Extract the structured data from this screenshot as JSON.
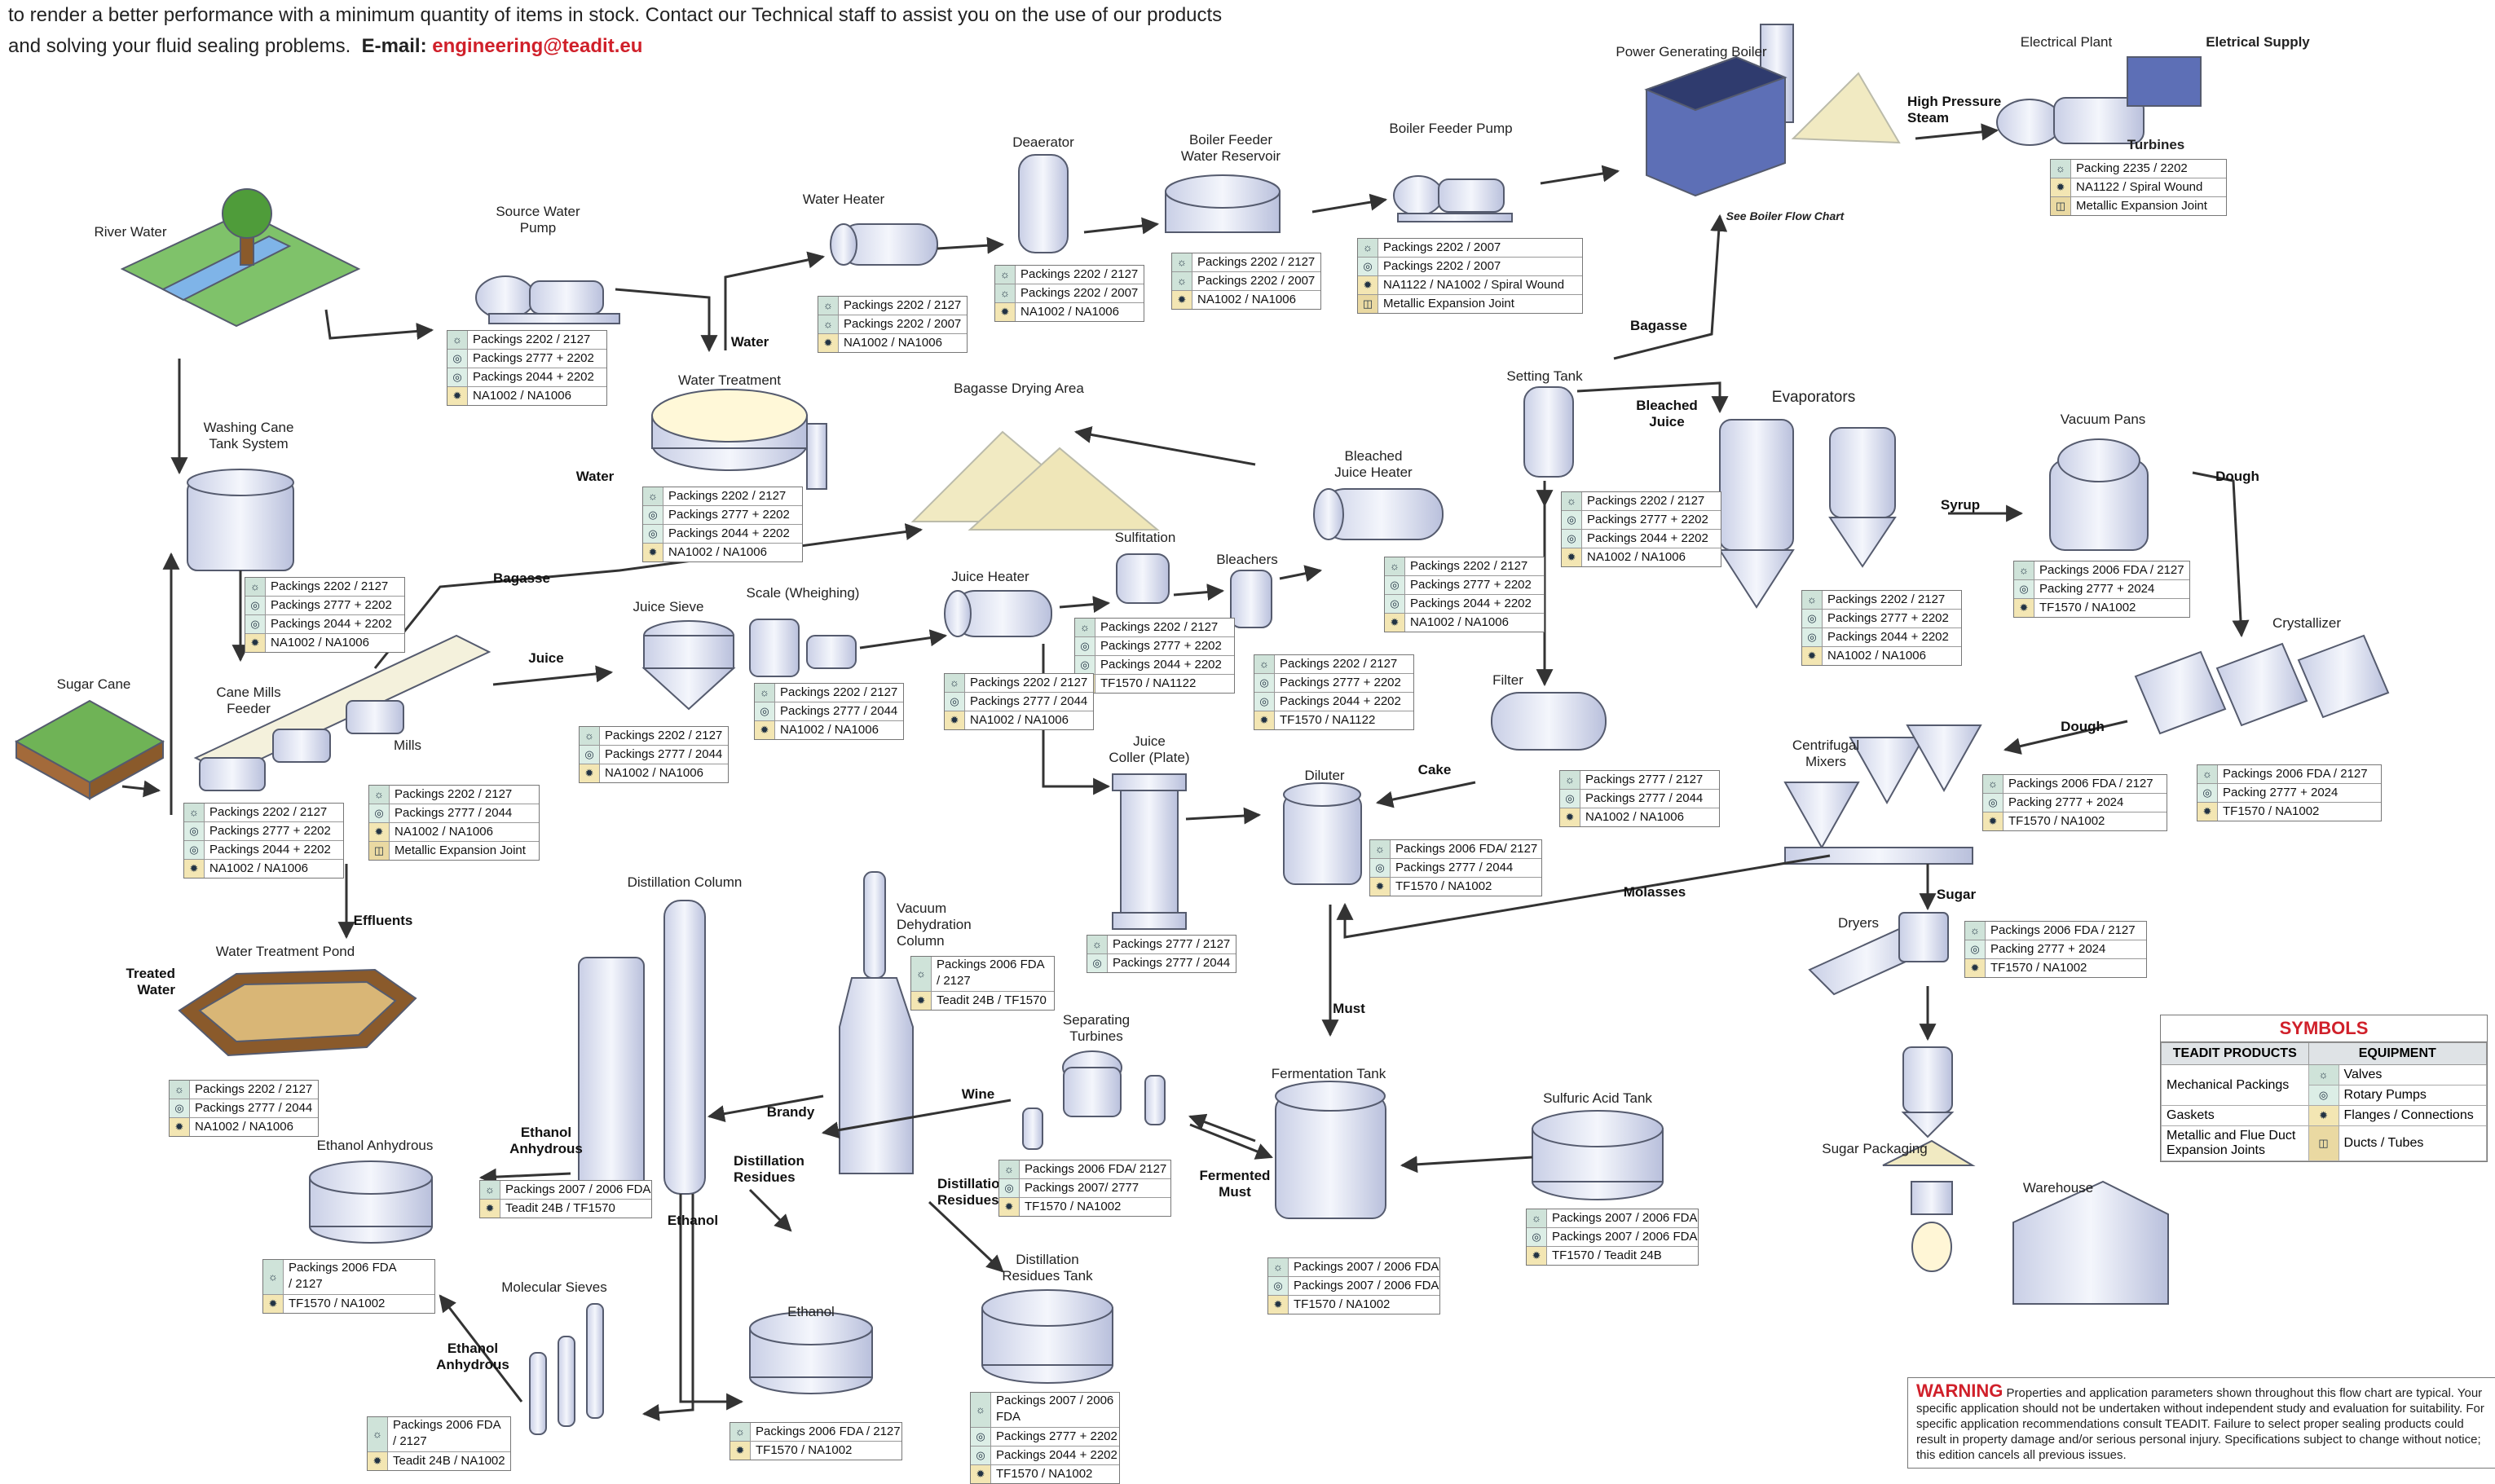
{
  "intro": {
    "line1": "to render a better performance with a minimum quantity of items in stock. Contact our Technical staff to assist you on the use of our products",
    "line2": "and solving your fluid sealing problems.",
    "email_label": "E-mail:",
    "email": "engineering@teadit.eu"
  },
  "colors": {
    "accent": "#d0202a",
    "equipment": "#e8ecf7",
    "equipment_stroke": "#555b6e",
    "arrow": "#333333",
    "valve_cell": "#cfe3d9",
    "flange_cell": "#f3e6b3"
  },
  "equipment": {
    "river_water": "River Water",
    "source_water_pump": "Source Water\nPump",
    "water_heater": "Water Heater",
    "deaerator": "Deaerator",
    "boiler_feeder_reservoir": "Boiler Feeder\nWater Reservoir",
    "boiler_feeder_pump": "Boiler Feeder Pump",
    "power_boiler": "Power Generating Boiler",
    "see_boiler": "See Boiler Flow Chart",
    "electrical_plant": "Electrical Plant",
    "electrical_supply": "Eletrical Supply",
    "turbines": "Turbines",
    "water_treatment": "Water Treatment",
    "washing_cane": "Washing Cane\nTank System",
    "bagasse_drying": "Bagasse Drying Area",
    "setting_tank": "Setting Tank",
    "evaporators": "Evaporators",
    "vacuum_pans": "Vacuum Pans",
    "bleached_juice_heater": "Bleached\nJuice Heater",
    "sulfitation": "Sulfitation",
    "bleachers": "Bleachers",
    "juice_sieve": "Juice Sieve",
    "scale": "Scale (Wheighing)",
    "juice_heater": "Juice Heater",
    "sugar_cane": "Sugar Cane",
    "cane_mills_feeder": "Cane Mills\nFeeder",
    "mills": "Mills",
    "crystallizer": "Crystallizer",
    "centrifugal_mixers": "Centrifugal\nMixers",
    "filter": "Filter",
    "diluter": "Diluter",
    "juice_cooler": "Juice\nColler (Plate)",
    "water_treatment_pond": "Water Treatment Pond",
    "distillation_column": "Distillation Column",
    "vacuum_dehydration": "Vacuum\nDehydration\nColumn",
    "dryers": "Dryers",
    "separating_turbines": "Separating\nTurbines",
    "fermentation_tank": "Fermentation Tank",
    "sulfuric_acid_tank": "Sulfuric Acid Tank",
    "sugar_packaging": "Sugar Packaging",
    "warehouse": "Warehouse",
    "ethanol_anhydrous": "Ethanol Anhydrous",
    "molecular_sieves": "Molecular Sieves",
    "ethanol": "Ethanol",
    "distillation_residues_tank": "Distillation\nResidues Tank"
  },
  "flows": {
    "water_1": "Water",
    "water_2": "Water",
    "bagasse_1": "Bagasse",
    "bagasse_2": "Bagasse",
    "high_pressure_steam": "High Pressure\nSteam",
    "bleached_juice": "Bleached\nJuice",
    "syrup": "Syrup",
    "dough_1": "Dough",
    "dough_2": "Dough",
    "juice": "Juice",
    "cake": "Cake",
    "molasses": "Molasses",
    "sugar": "Sugar",
    "must": "Must",
    "effluents": "Effluents",
    "treated_water": "Treated\nWater",
    "brandy": "Brandy",
    "wine": "Wine",
    "distillation_residues_1": "Distillation\nResidues",
    "distillation_residues_2": "Distillation\nResidues",
    "fermented_must": "Fermented\nMust",
    "ethanol_anhydrous_1": "Ethanol\nAnhydrous",
    "ethanol_anhydrous_2": "Ethanol\nAnhydrous",
    "ethanol": "Ethanol"
  },
  "products": {
    "source_pump": [
      {
        "icon": "valve",
        "text": "Packings 2202 / 2127"
      },
      {
        "icon": "pump",
        "text": "Packings 2777 + 2202"
      },
      {
        "icon": "pump",
        "text": "Packings 2044 + 2202"
      },
      {
        "icon": "flange",
        "text": "NA1002 / NA1006"
      }
    ],
    "water_heater": [
      {
        "icon": "valve",
        "text": "Packings 2202 / 2127"
      },
      {
        "icon": "valve",
        "text": "Packings 2202 / 2007"
      },
      {
        "icon": "flange",
        "text": "NA1002 / NA1006"
      }
    ],
    "deaerator": [
      {
        "icon": "valve",
        "text": "Packings 2202 / 2127"
      },
      {
        "icon": "valve",
        "text": "Packings 2202 / 2007"
      },
      {
        "icon": "flange",
        "text": "NA1002 / NA1006"
      }
    ],
    "reservoir": [
      {
        "icon": "valve",
        "text": "Packings 2202 / 2127"
      },
      {
        "icon": "valve",
        "text": "Packings 2202 / 2007"
      },
      {
        "icon": "flange",
        "text": "NA1002 / NA1006"
      }
    ],
    "feeder_pump": [
      {
        "icon": "valve",
        "text": "Packings 2202 / 2007"
      },
      {
        "icon": "pump",
        "text": "Packings 2202 / 2007"
      },
      {
        "icon": "flange",
        "text": "NA1122 / NA1002 / Spiral Wound"
      },
      {
        "icon": "duct",
        "text": "Metallic Expansion Joint"
      }
    ],
    "turbines": [
      {
        "icon": "valve",
        "text": "Packing 2235 / 2202"
      },
      {
        "icon": "flange",
        "text": "NA1122 / Spiral Wound"
      },
      {
        "icon": "duct",
        "text": "Metallic Expansion Joint"
      }
    ],
    "water_treatment": [
      {
        "icon": "valve",
        "text": "Packings 2202 / 2127"
      },
      {
        "icon": "pump",
        "text": "Packings 2777 + 2202"
      },
      {
        "icon": "pump",
        "text": "Packings 2044 + 2202"
      },
      {
        "icon": "flange",
        "text": "NA1002 / NA1006"
      }
    ],
    "washing_cane": [
      {
        "icon": "valve",
        "text": "Packings 2202 / 2127"
      },
      {
        "icon": "pump",
        "text": "Packings 2777 + 2202"
      },
      {
        "icon": "pump",
        "text": "Packings 2044 + 2202"
      },
      {
        "icon": "flange",
        "text": "NA1002 / NA1006"
      }
    ],
    "setting_tank": [
      {
        "icon": "valve",
        "text": "Packings 2202 / 2127"
      },
      {
        "icon": "pump",
        "text": "Packings 2777 + 2202"
      },
      {
        "icon": "pump",
        "text": "Packings 2044 + 2202"
      },
      {
        "icon": "flange",
        "text": "NA1002 / NA1006"
      }
    ],
    "evaporators": [
      {
        "icon": "valve",
        "text": "Packings 2202 / 2127"
      },
      {
        "icon": "pump",
        "text": "Packings 2777 + 2202"
      },
      {
        "icon": "pump",
        "text": "Packings 2044 + 2202"
      },
      {
        "icon": "flange",
        "text": "NA1002 / NA1006"
      }
    ],
    "vacuum_pans": [
      {
        "icon": "valve",
        "text": "Packings 2006 FDA / 2127"
      },
      {
        "icon": "pump",
        "text": "Packing 2777 + 2024"
      },
      {
        "icon": "flange",
        "text": "TF1570 / NA1002"
      }
    ],
    "bleached_heater": [
      {
        "icon": "valve",
        "text": "Packings 2202 / 2127"
      },
      {
        "icon": "pump",
        "text": "Packings 2777 + 2202"
      },
      {
        "icon": "pump",
        "text": "Packings 2044 + 2202"
      },
      {
        "icon": "flange",
        "text": "NA1002 / NA1006"
      }
    ],
    "sulfitation": [
      {
        "icon": "valve",
        "text": "Packings 2202 / 2127"
      },
      {
        "icon": "pump",
        "text": "Packings 2777 + 2202"
      },
      {
        "icon": "pump",
        "text": "Packings 2044 + 2202"
      },
      {
        "icon": "flange",
        "text": "TF1570 / NA1122"
      }
    ],
    "bleachers": [
      {
        "icon": "valve",
        "text": "Packings 2202 / 2127"
      },
      {
        "icon": "pump",
        "text": "Packings 2777 + 2202"
      },
      {
        "icon": "pump",
        "text": "Packings 2044 + 2202"
      },
      {
        "icon": "flange",
        "text": "TF1570 / NA1122"
      }
    ],
    "juice_sieve": [
      {
        "icon": "valve",
        "text": "Packings 2202 / 2127"
      },
      {
        "icon": "pump",
        "text": "Packings 2777 / 2044"
      },
      {
        "icon": "flange",
        "text": "NA1002 / NA1006"
      }
    ],
    "scale": [
      {
        "icon": "valve",
        "text": "Packings 2202 / 2127"
      },
      {
        "icon": "pump",
        "text": "Packings 2777 / 2044"
      },
      {
        "icon": "flange",
        "text": "NA1002 / NA1006"
      }
    ],
    "juice_heater": [
      {
        "icon": "valve",
        "text": "Packings 2202 / 2127"
      },
      {
        "icon": "pump",
        "text": "Packings 2777 / 2044"
      },
      {
        "icon": "flange",
        "text": "NA1002 / NA1006"
      }
    ],
    "cane_mills_feeder": [
      {
        "icon": "valve",
        "text": "Packings 2202 / 2127"
      },
      {
        "icon": "pump",
        "text": "Packings 2777 + 2202"
      },
      {
        "icon": "pump",
        "text": "Packings 2044 + 2202"
      },
      {
        "icon": "flange",
        "text": "NA1002 / NA1006"
      }
    ],
    "mills": [
      {
        "icon": "valve",
        "text": "Packings 2202 / 2127"
      },
      {
        "icon": "pump",
        "text": "Packings 2777 / 2044"
      },
      {
        "icon": "flange",
        "text": "NA1002 / NA1006"
      },
      {
        "icon": "duct",
        "text": "Metallic Expansion Joint"
      }
    ],
    "filter": [
      {
        "icon": "valve",
        "text": "Packings 2777 / 2127"
      },
      {
        "icon": "pump",
        "text": "Packings 2777 / 2044"
      },
      {
        "icon": "flange",
        "text": "NA1002 / NA1006"
      }
    ],
    "diluter": [
      {
        "icon": "valve",
        "text": "Packings 2006 FDA/ 2127"
      },
      {
        "icon": "pump",
        "text": "Packings 2777 / 2044"
      },
      {
        "icon": "flange",
        "text": "TF1570 / NA1002"
      }
    ],
    "centrifugal": [
      {
        "icon": "valve",
        "text": "Packings  2006 FDA / 2127"
      },
      {
        "icon": "pump",
        "text": "Packing 2777 + 2024"
      },
      {
        "icon": "flange",
        "text": "TF1570 / NA1002"
      }
    ],
    "crystallizer": [
      {
        "icon": "valve",
        "text": "Packings 2006 FDA / 2127"
      },
      {
        "icon": "pump",
        "text": "Packing 2777 + 2024"
      },
      {
        "icon": "flange",
        "text": "TF1570 / NA1002"
      }
    ],
    "juice_cooler": [
      {
        "icon": "valve",
        "text": "Packings 2777 / 2127"
      },
      {
        "icon": "pump",
        "text": "Packings 2777 / 2044"
      }
    ],
    "vacuum_dehydration": [
      {
        "icon": "valve",
        "text": "Packings 2006 FDA\n/ 2127"
      },
      {
        "icon": "flange",
        "text": "Teadit 24B / TF1570"
      }
    ],
    "dryers": [
      {
        "icon": "valve",
        "text": "Packings 2006 FDA / 2127"
      },
      {
        "icon": "pump",
        "text": "Packing 2777 + 2024"
      },
      {
        "icon": "flange",
        "text": "TF1570 / NA1002"
      }
    ],
    "pond": [
      {
        "icon": "valve",
        "text": "Packings 2202 / 2127"
      },
      {
        "icon": "pump",
        "text": "Packings 2777 / 2044"
      },
      {
        "icon": "flange",
        "text": "NA1002 / NA1006"
      }
    ],
    "distillation": [
      {
        "icon": "valve",
        "text": "Packings 2007 / 2006 FDA"
      },
      {
        "icon": "flange",
        "text": "Teadit 24B / TF1570"
      }
    ],
    "separating": [
      {
        "icon": "valve",
        "text": "Packings 2006 FDA/ 2127"
      },
      {
        "icon": "pump",
        "text": "Packings 2007/ 2777"
      },
      {
        "icon": "flange",
        "text": "TF1570 / NA1002"
      }
    ],
    "fermentation": [
      {
        "icon": "valve",
        "text": "Packings 2007 / 2006 FDA"
      },
      {
        "icon": "pump",
        "text": "Packings 2007 / 2006 FDA"
      },
      {
        "icon": "flange",
        "text": "TF1570 / NA1002"
      }
    ],
    "sulfuric": [
      {
        "icon": "valve",
        "text": "Packings 2007 / 2006 FDA"
      },
      {
        "icon": "pump",
        "text": "Packings 2007 / 2006 FDA"
      },
      {
        "icon": "flange",
        "text": "TF1570 / Teadit 24B"
      }
    ],
    "ethanol_anhydrous": [
      {
        "icon": "valve",
        "text": "Packings 2006 FDA\n/ 2127"
      },
      {
        "icon": "flange",
        "text": "TF1570 / NA1002"
      }
    ],
    "molecular_sieves": [
      {
        "icon": "valve",
        "text": "Packings 2006 FDA\n/ 2127"
      },
      {
        "icon": "flange",
        "text": "Teadit 24B / NA1002"
      }
    ],
    "ethanol": [
      {
        "icon": "valve",
        "text": "Packings 2006 FDA / 2127"
      },
      {
        "icon": "flange",
        "text": "TF1570 / NA1002"
      }
    ],
    "residues_tank": [
      {
        "icon": "valve",
        "text": "Packings 2007 / 2006\nFDA"
      },
      {
        "icon": "pump",
        "text": "Packings 2777 + 2202"
      },
      {
        "icon": "pump",
        "text": "Packings 2044 + 2202"
      },
      {
        "icon": "flange",
        "text": "TF1570 / NA1002"
      }
    ]
  },
  "symbols": {
    "title": "SYMBOLS",
    "col_products": "TEADIT PRODUCTS",
    "col_equipment": "EQUIPMENT",
    "products": [
      "Mechanical Packings",
      "Gaskets",
      "Metallic and Flue Duct\nExpansion Joints"
    ],
    "equipment": [
      "Valves",
      "Rotary Pumps",
      "Flanges / Connections",
      "Ducts / Tubes"
    ]
  },
  "warning": {
    "title": "WARNING",
    "text": "Properties and application parameters shown throughout this flow chart are typical. Your specific application should not be undertaken without independent study and evaluation for suitability. For specific application recommendations consult TEADIT. Failure to select proper sealing products could result in property damage and/or serious personal injury. Specifications subject to change without notice; this edition cancels all previous issues."
  }
}
